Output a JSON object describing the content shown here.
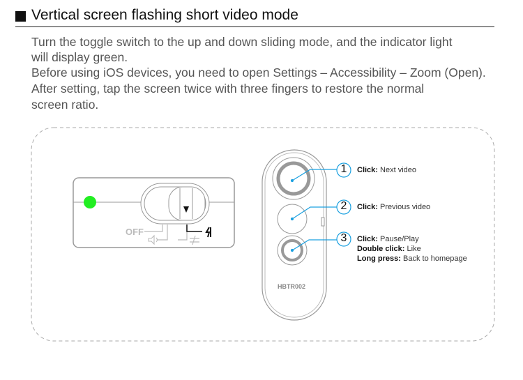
{
  "heading": "Vertical screen flashing short video mode",
  "paragraph": [
    "Turn the toggle switch to the up and down sliding mode, and the indicator light",
    "will display green.",
    "Before using iOS devices, you need to open Settings – Accessibility – Zoom (Open).",
    "After setting, tap the screen twice with three fingers to restore the normal",
    "screen ratio."
  ],
  "switch_panel": {
    "off_label": "OFF",
    "indicator_color": "#22ee22"
  },
  "device": {
    "model": "HBTR002"
  },
  "callouts": [
    {
      "number": "1",
      "lines": [
        {
          "key": "Click:",
          "value": " Next video"
        }
      ]
    },
    {
      "number": "2",
      "lines": [
        {
          "key": "Click:",
          "value": " Previous video"
        }
      ]
    },
    {
      "number": "3",
      "lines": [
        {
          "key": "Click:",
          "value": " Pause/Play"
        },
        {
          "key": "Double click:",
          "value": " Like"
        },
        {
          "key": "Long press:",
          "value": " Back to homepage"
        }
      ]
    }
  ],
  "accent_color": "#1aa0e0"
}
